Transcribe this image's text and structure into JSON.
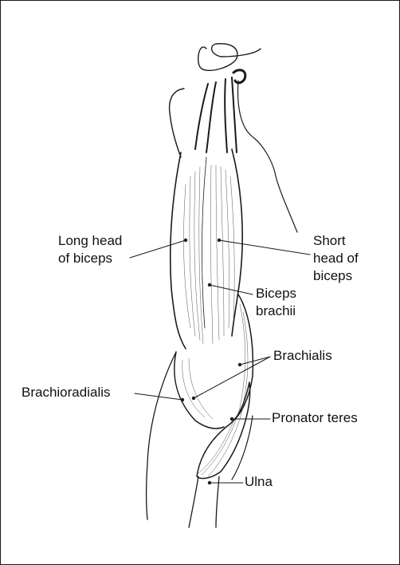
{
  "labels": {
    "long_head": "Long head\nof biceps",
    "short_head": "Short\nhead of\nbiceps",
    "biceps_brachii": "Biceps\nbrachii",
    "brachialis": "Brachialis",
    "brachioradialis": "Brachioradialis",
    "pronator_teres": "Pronator teres",
    "ulna": "Ulna"
  },
  "colors": {
    "ink": "#111111",
    "background": "#ffffff"
  }
}
